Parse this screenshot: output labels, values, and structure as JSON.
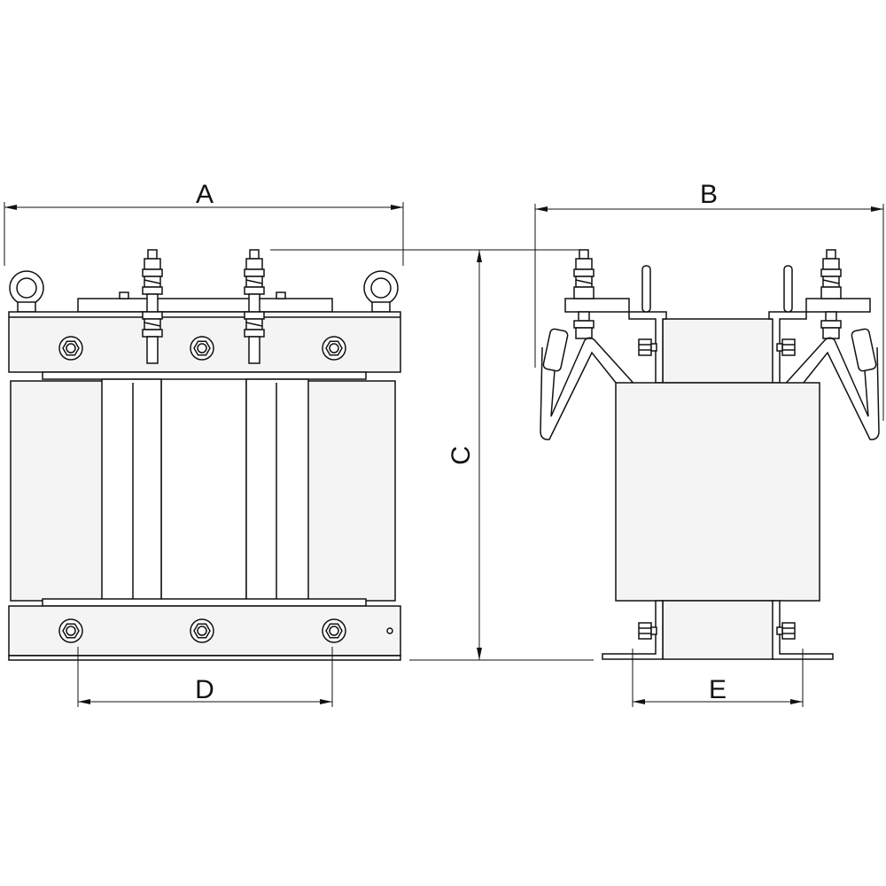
{
  "dimensions": {
    "a": "A",
    "b": "B",
    "c": "C",
    "d": "D",
    "e": "E"
  },
  "colors": {
    "line": "#111111",
    "fill": "#f4f4f4",
    "background": "#ffffff"
  }
}
